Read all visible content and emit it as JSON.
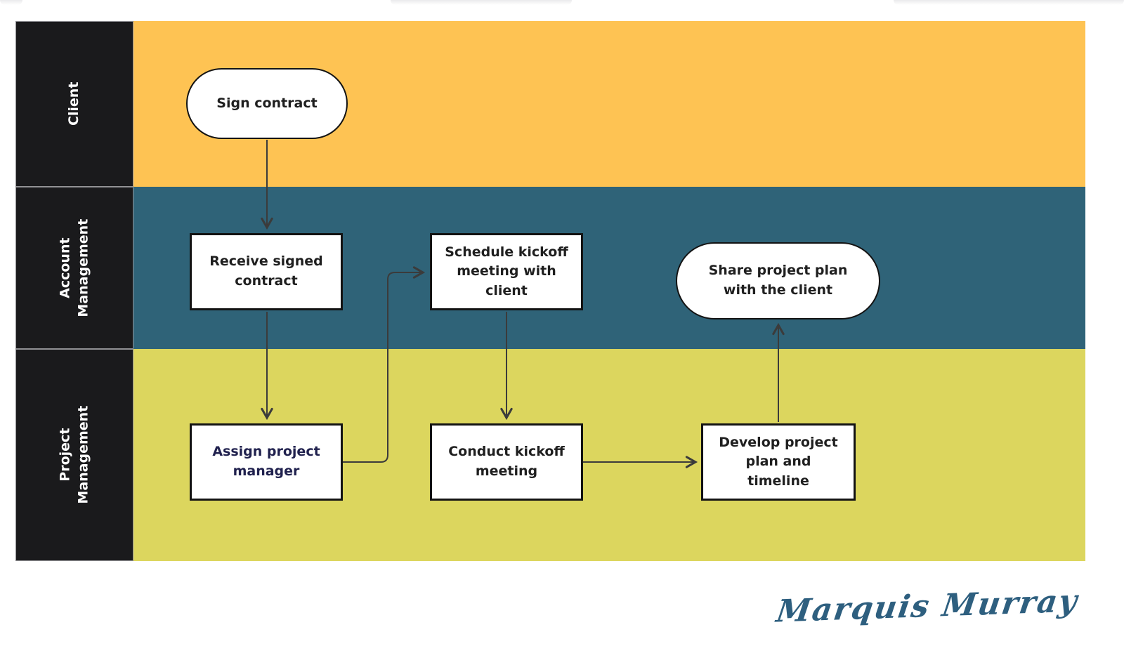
{
  "diagram": {
    "type": "swimlane-flowchart",
    "lane_label_bg": "#1a1a1c",
    "arrow_color": "#3b3b3b",
    "lanes": [
      {
        "id": "client",
        "label": "Client",
        "color": "#fec353"
      },
      {
        "id": "account-management",
        "label": "Account Management",
        "color": "#2f6378"
      },
      {
        "id": "project-management",
        "label": "Project Management",
        "color": "#dcd65e"
      }
    ],
    "nodes": [
      {
        "id": "sign-contract",
        "label": "Sign contract",
        "shape": "stadium",
        "lane": "client"
      },
      {
        "id": "receive-signed-contract",
        "label": "Receive signed contract",
        "shape": "rect",
        "lane": "account-management"
      },
      {
        "id": "schedule-kickoff-meeting",
        "label": "Schedule kickoff meeting with client",
        "shape": "rect",
        "lane": "account-management"
      },
      {
        "id": "share-project-plan",
        "label": "Share project plan with the client",
        "shape": "stadium",
        "lane": "account-management"
      },
      {
        "id": "assign-project-manager",
        "label": "Assign project manager",
        "shape": "rect",
        "lane": "project-management",
        "text_color": "#20214e"
      },
      {
        "id": "conduct-kickoff-meeting",
        "label": "Conduct kickoff meeting",
        "shape": "rect",
        "lane": "project-management"
      },
      {
        "id": "develop-project-plan",
        "label": "Develop project plan and timeline",
        "shape": "rect",
        "lane": "project-management"
      }
    ],
    "edges": [
      {
        "from": "sign-contract",
        "to": "receive-signed-contract"
      },
      {
        "from": "receive-signed-contract",
        "to": "assign-project-manager"
      },
      {
        "from": "assign-project-manager",
        "to": "schedule-kickoff-meeting"
      },
      {
        "from": "schedule-kickoff-meeting",
        "to": "conduct-kickoff-meeting"
      },
      {
        "from": "conduct-kickoff-meeting",
        "to": "develop-project-plan"
      },
      {
        "from": "develop-project-plan",
        "to": "share-project-plan"
      }
    ]
  },
  "signature": {
    "text": "Marquis Murray",
    "color": "#2e5f7f"
  }
}
